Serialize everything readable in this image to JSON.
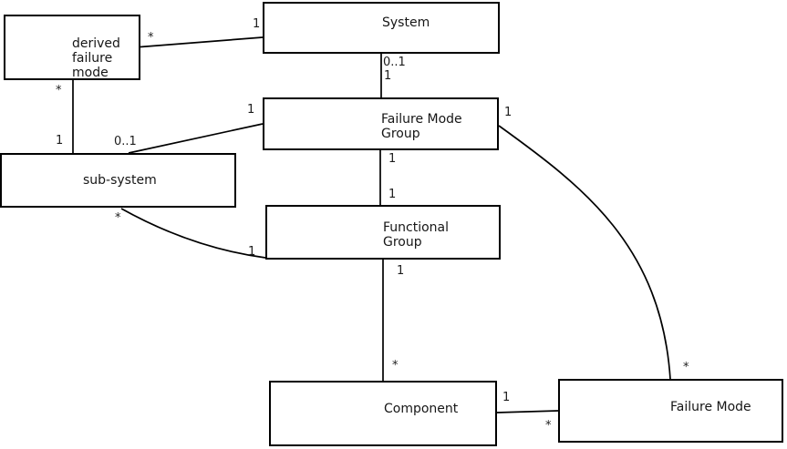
{
  "diagram": {
    "type": "entity-association-diagram",
    "background_color": "#ffffff",
    "line_color": "#000000",
    "text_color": "#161616",
    "boxes": [
      {
        "id": "derived-failure-mode",
        "label": "derived\nfailure\nmode"
      },
      {
        "id": "system",
        "label": "System"
      },
      {
        "id": "failure-mode-group",
        "label": "Failure Mode\nGroup"
      },
      {
        "id": "sub-system",
        "label": "sub-system"
      },
      {
        "id": "functional-group",
        "label": "Functional\nGroup"
      },
      {
        "id": "component",
        "label": "Component"
      },
      {
        "id": "failure-mode",
        "label": "Failure Mode"
      }
    ],
    "multiplicities": [
      {
        "id": "derived-failure-mode--system--near-derived",
        "text": "*"
      },
      {
        "id": "derived-failure-mode--system--near-system",
        "text": "1"
      },
      {
        "id": "derived-failure-mode--sub-system--near-derived",
        "text": "*"
      },
      {
        "id": "derived-failure-mode--sub-system--near-sub",
        "text": "1"
      },
      {
        "id": "sub-system--failure-mode-group--near-sub",
        "text": "0..1"
      },
      {
        "id": "sub-system--failure-mode-group--near-group",
        "text": "1"
      },
      {
        "id": "system--failure-mode-group--near-system",
        "text": "0..1"
      },
      {
        "id": "system--failure-mode-group--near-group",
        "text": "1"
      },
      {
        "id": "failure-mode-group--failure-mode--near-group",
        "text": "1"
      },
      {
        "id": "failure-mode-group--functional-group--near-fmg",
        "text": "1"
      },
      {
        "id": "failure-mode-group--functional-group--near-fg",
        "text": "1"
      },
      {
        "id": "sub-system--functional-group--near-sub",
        "text": "*"
      },
      {
        "id": "sub-system--functional-group--near-fg",
        "text": "1"
      },
      {
        "id": "functional-group--component--near-fg",
        "text": "1"
      },
      {
        "id": "functional-group--component--near-component",
        "text": "*"
      },
      {
        "id": "component--failure-mode--near-component",
        "text": "1"
      },
      {
        "id": "component--failure-mode--near-fm",
        "text": "*"
      },
      {
        "id": "failure-mode-group--failure-mode--near-fm",
        "text": "*"
      }
    ]
  }
}
